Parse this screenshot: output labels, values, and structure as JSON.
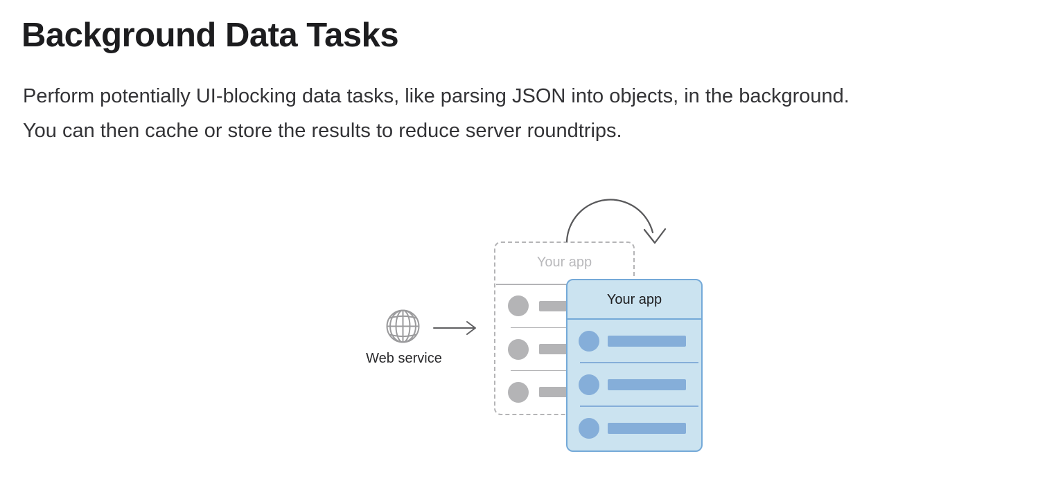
{
  "header": {
    "title": "Background Data Tasks",
    "description_lines": [
      "Perform potentially UI-blocking data tasks, like parsing JSON into objects, in the background.",
      "You can then cache or store the results to reduce server roundtrips."
    ]
  },
  "diagram": {
    "web_service_label": "Web service",
    "ghost_app_label": "Your app",
    "app_label": "Your app",
    "ghost_rows": 3,
    "app_rows": 3,
    "colors": {
      "gray": "#b4b4b6",
      "gray_text": "#b9b9bc",
      "dark_text": "#1d1d1f",
      "arrow": "#59595b",
      "card_fill": "#cbe3f0",
      "card_border": "#74a9d8",
      "card_accent": "#85aed9"
    }
  }
}
